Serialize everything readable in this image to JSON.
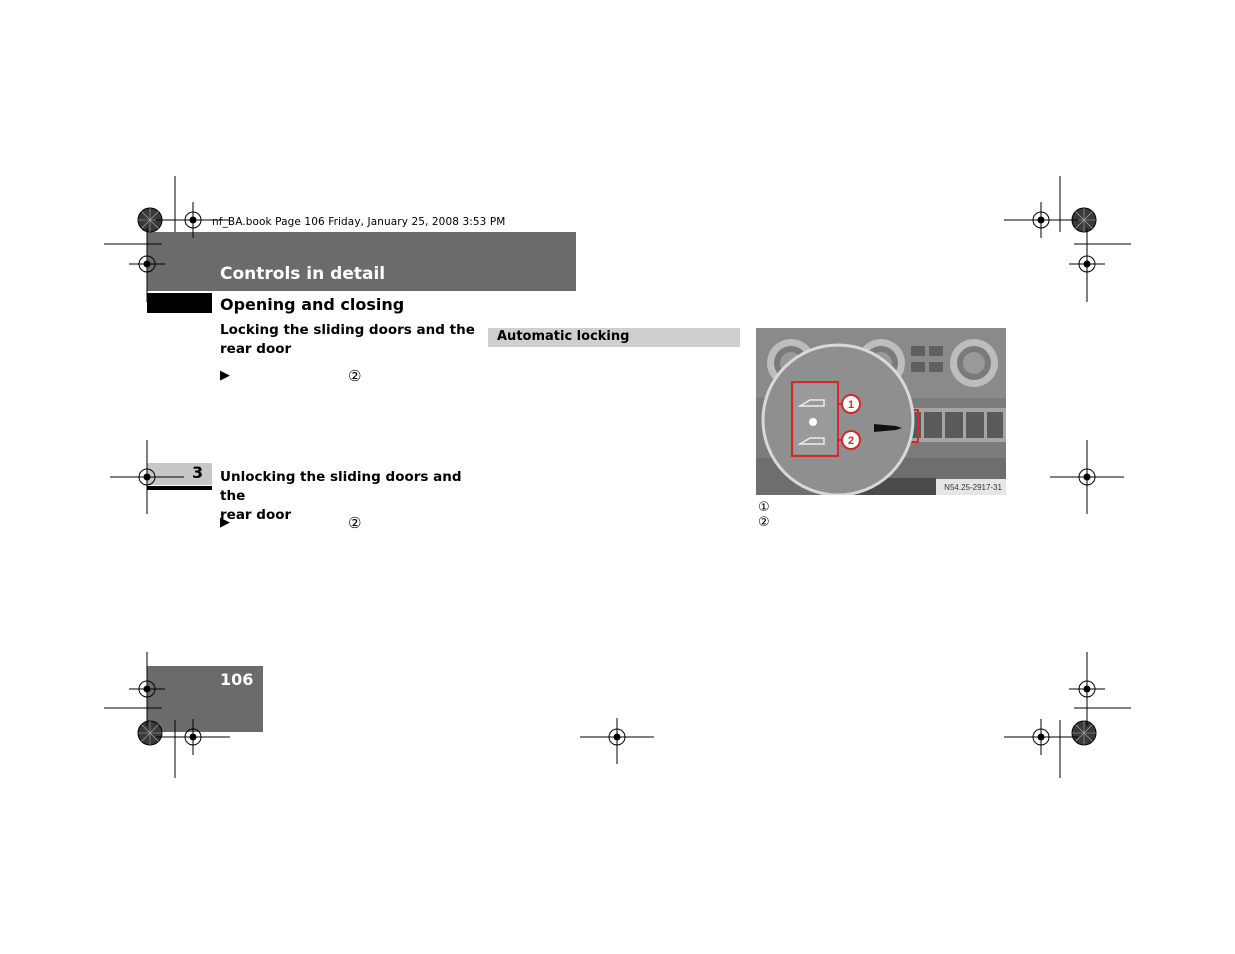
{
  "print_info": "nf_BA.book  Page 106  Friday, January 25, 2008  3:53 PM",
  "header": {
    "title": "Controls in detail"
  },
  "section": {
    "title": "Opening and closing"
  },
  "chapter_tab": {
    "number": "3"
  },
  "left_column": {
    "locking": {
      "heading_line1": "Locking the sliding doors and the",
      "heading_line2": "rear door",
      "bullet": "▶",
      "ref": "②"
    },
    "unlocking": {
      "heading_line1": "Unlocking the sliding doors and the",
      "heading_line2": "rear door",
      "bullet": "▶",
      "ref": "②"
    }
  },
  "middle_column": {
    "automatic_locking_label": "Automatic locking"
  },
  "figure": {
    "callout_1": "1",
    "callout_2": "2",
    "image_code": "N54.25-2917-31",
    "legend": [
      "①",
      "②"
    ]
  },
  "page_number": "106",
  "colors": {
    "header_gray": "#6b6b6b",
    "label_bar": "#cfcfcf",
    "callout_red": "#d22a2a"
  }
}
